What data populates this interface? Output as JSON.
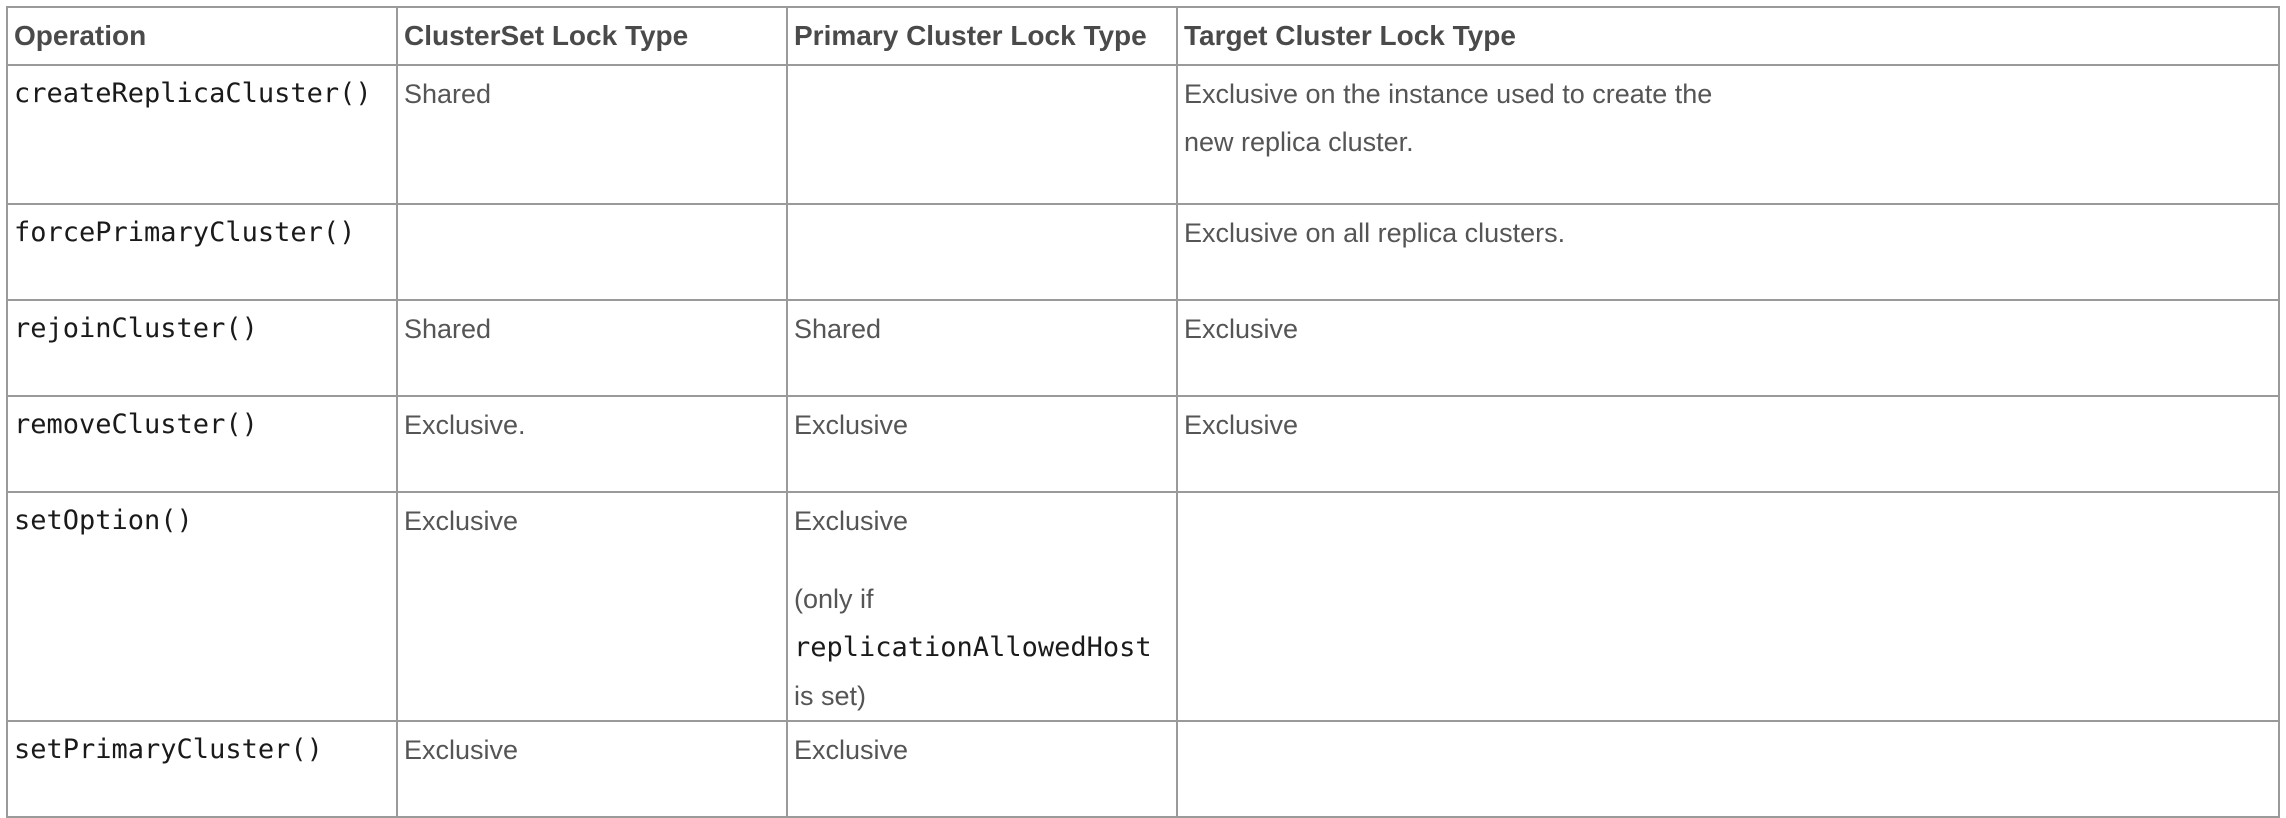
{
  "table": {
    "headers": {
      "operation": "Operation",
      "clusterset": "ClusterSet Lock Type",
      "primary": "Primary Cluster Lock Type",
      "target": "Target Cluster Lock Type"
    },
    "rows": [
      {
        "operation": "createReplicaCluster()",
        "clusterset": "Shared",
        "primary": "",
        "target": "Exclusive on the instance used to create the new replica cluster."
      },
      {
        "operation": "forcePrimaryCluster()",
        "clusterset": "",
        "primary": "",
        "target": "Exclusive on all replica clusters."
      },
      {
        "operation": "rejoinCluster()",
        "clusterset": "Shared",
        "primary": "Shared",
        "target": "Exclusive"
      },
      {
        "operation": "removeCluster()",
        "clusterset": "Exclusive.",
        "primary": "Exclusive",
        "target": "Exclusive"
      },
      {
        "operation": "setOption()",
        "clusterset": "Exclusive",
        "primary": "Exclusive",
        "primary_note_prefix": "(only if ",
        "primary_note_code": "replicationAllowedHost",
        "primary_note_suffix": " is set)",
        "target": ""
      },
      {
        "operation": "setPrimaryCluster()",
        "clusterset": "Exclusive",
        "primary": "Exclusive",
        "target": ""
      }
    ]
  }
}
